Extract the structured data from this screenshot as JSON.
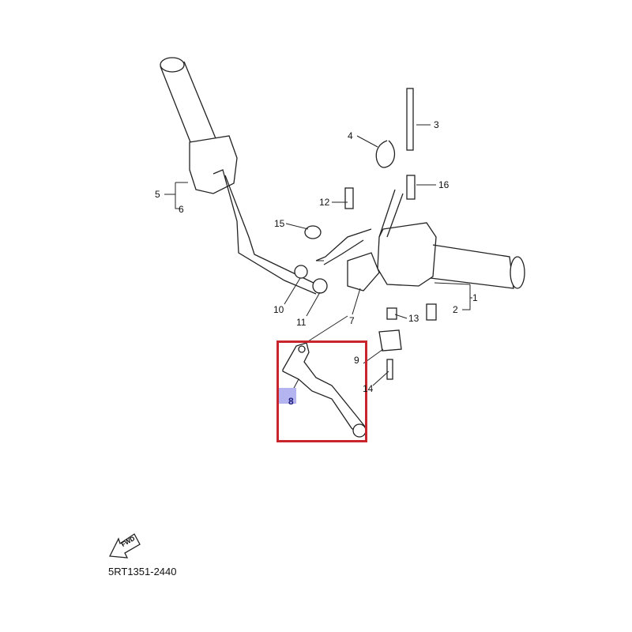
{
  "diagram": {
    "part_code": "5RT1351-2440",
    "fwd_label": "FWD",
    "highlighted_part": "8",
    "highlight_color": "#c8252c",
    "callouts": [
      "1",
      "2",
      "3",
      "4",
      "5",
      "6",
      "7",
      "8",
      "9",
      "10",
      "11",
      "12",
      "13",
      "14",
      "15",
      "16"
    ]
  }
}
